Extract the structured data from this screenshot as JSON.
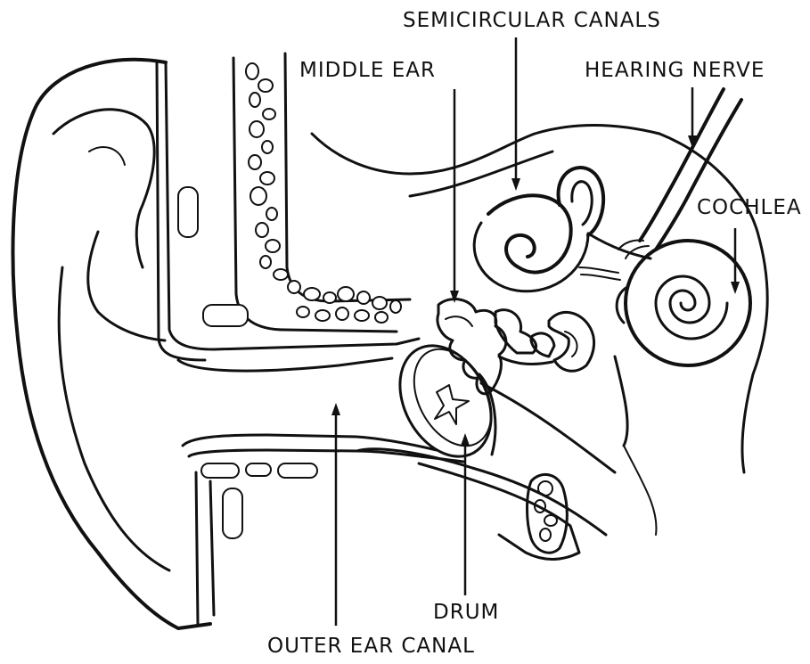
{
  "labels": {
    "semicircular_canals": "SEMICIRCULAR CANALS",
    "middle_ear": "MIDDLE EAR",
    "hearing_nerve": "HEARING NERVE",
    "cochlea": "COCHLEA",
    "drum": "DRUM",
    "outer_ear_canal": "OUTER EAR CANAL"
  },
  "colors": {
    "ink": "#111111",
    "background": "#ffffff"
  }
}
